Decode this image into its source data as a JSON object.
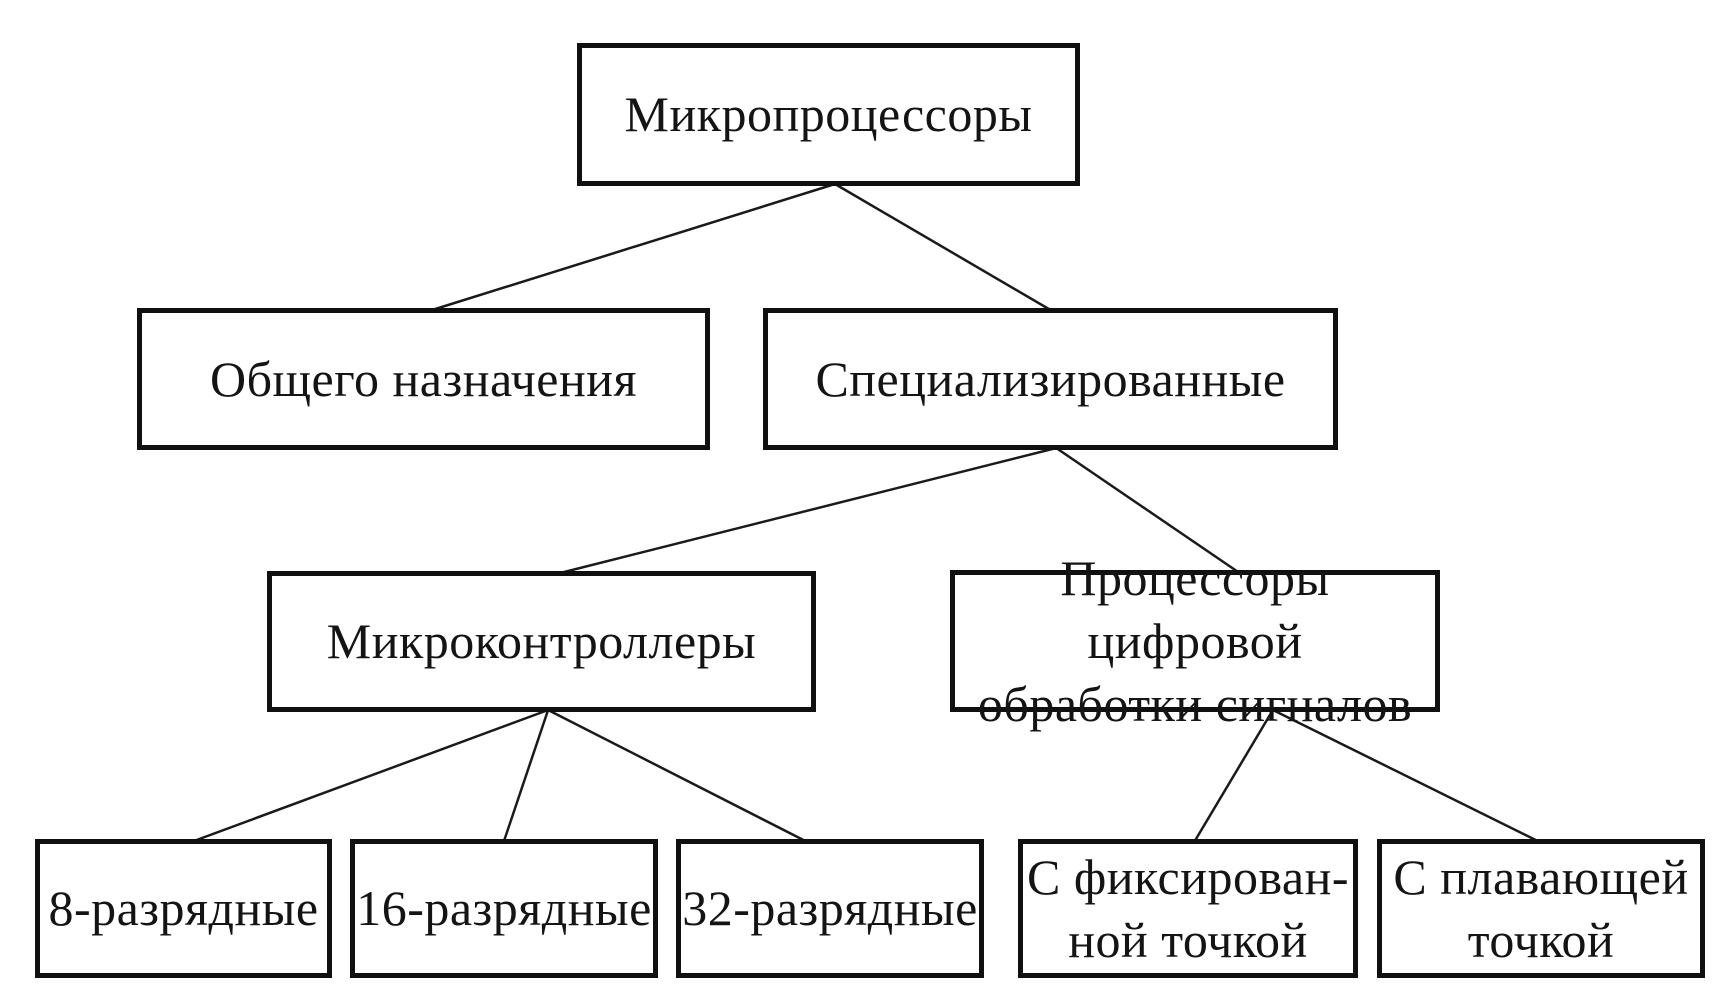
{
  "diagram": {
    "background_color": "#ffffff",
    "line_color": "#1a1a1a",
    "box_border_color": "#101010",
    "text_color": "#141414",
    "nodes": [
      {
        "id": "root",
        "label": "Микропроцессоры"
      },
      {
        "id": "general",
        "label": "Общего назначения"
      },
      {
        "id": "specialized",
        "label": "Специализированные"
      },
      {
        "id": "mcu",
        "label": "Микроконтроллеры"
      },
      {
        "id": "dsp",
        "label": "Процессоры цифровой\nобработки сигналов"
      },
      {
        "id": "bit8",
        "label": "8-разрядные"
      },
      {
        "id": "bit16",
        "label": "16-разрядные"
      },
      {
        "id": "bit32",
        "label": "32-разрядные"
      },
      {
        "id": "fixed",
        "label": "С фиксирован-\nной точкой"
      },
      {
        "id": "float",
        "label": "С плавающей\nточкой"
      }
    ],
    "edges": [
      [
        "root",
        "general"
      ],
      [
        "root",
        "specialized"
      ],
      [
        "specialized",
        "mcu"
      ],
      [
        "specialized",
        "dsp"
      ],
      [
        "mcu",
        "bit8"
      ],
      [
        "mcu",
        "bit16"
      ],
      [
        "mcu",
        "bit32"
      ],
      [
        "dsp",
        "fixed"
      ],
      [
        "dsp",
        "float"
      ]
    ]
  }
}
